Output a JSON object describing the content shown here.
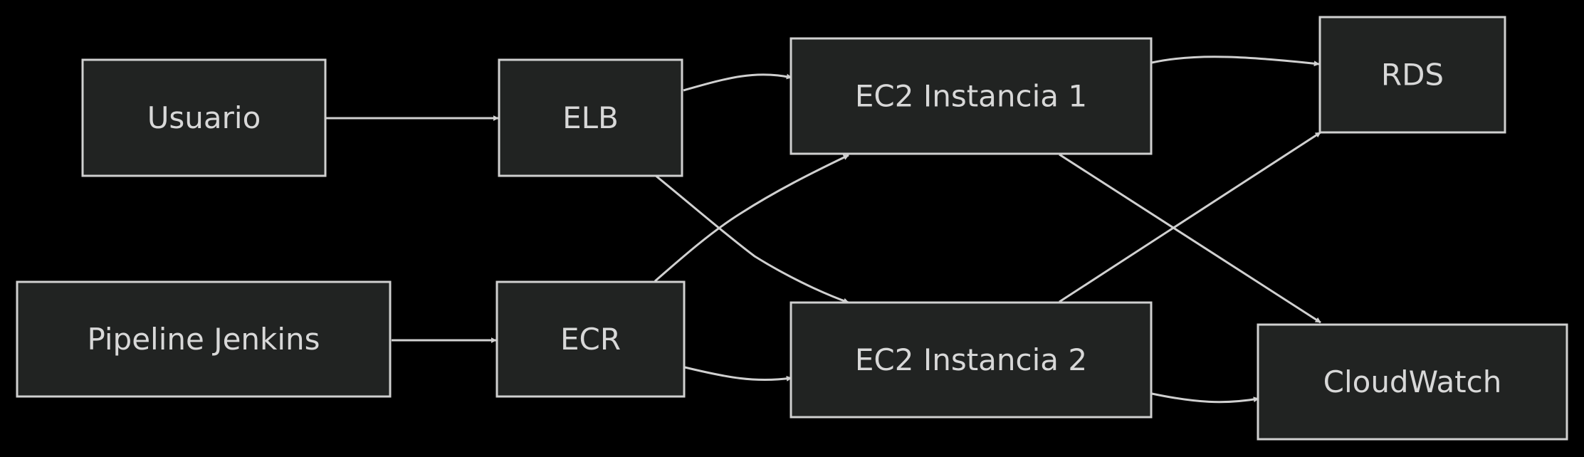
{
  "diagram": {
    "nodes": {
      "usuario": "Usuario",
      "elb": "ELB",
      "ec2_1": "EC2 Instancia 1",
      "rds": "RDS",
      "pipeline": "Pipeline Jenkins",
      "ecr": "ECR",
      "ec2_2": "EC2 Instancia 2",
      "cloudwatch": "CloudWatch"
    },
    "edges": [
      {
        "from": "usuario",
        "to": "elb"
      },
      {
        "from": "elb",
        "to": "ec2_1"
      },
      {
        "from": "elb",
        "to": "ec2_2"
      },
      {
        "from": "ec2_1",
        "to": "rds"
      },
      {
        "from": "ec2_1",
        "to": "cloudwatch"
      },
      {
        "from": "pipeline",
        "to": "ecr"
      },
      {
        "from": "ecr",
        "to": "ec2_1"
      },
      {
        "from": "ecr",
        "to": "ec2_2"
      },
      {
        "from": "ec2_2",
        "to": "rds"
      },
      {
        "from": "ec2_2",
        "to": "cloudwatch"
      }
    ],
    "colors": {
      "background": "#000000",
      "node_fill": "#212322",
      "node_stroke": "#d0d0d0",
      "edge": "#d0d0d0",
      "text": "#d8d8d8"
    }
  }
}
